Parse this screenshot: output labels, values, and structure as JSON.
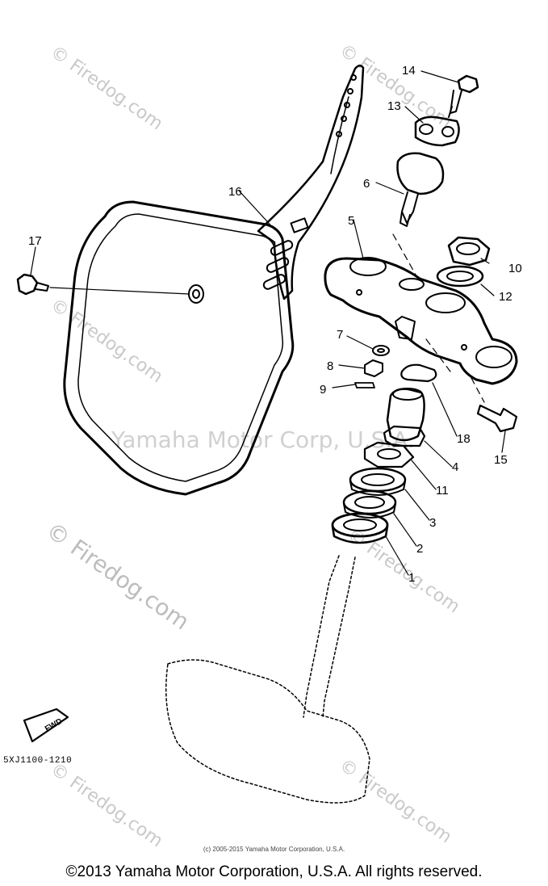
{
  "callouts": [
    {
      "n": "1"
    },
    {
      "n": "2"
    },
    {
      "n": "3"
    },
    {
      "n": "4"
    },
    {
      "n": "5"
    },
    {
      "n": "6"
    },
    {
      "n": "7"
    },
    {
      "n": "8"
    },
    {
      "n": "9"
    },
    {
      "n": "10"
    },
    {
      "n": "11"
    },
    {
      "n": "12"
    },
    {
      "n": "13"
    },
    {
      "n": "14"
    },
    {
      "n": "15"
    },
    {
      "n": "16"
    },
    {
      "n": "17"
    },
    {
      "n": "18"
    }
  ],
  "watermarks": {
    "site": "© Firedog.com",
    "center": "Yamaha Motor Corp, U.S.A."
  },
  "fwd_label": "FWD",
  "diagram_code": "5XJ1100-1210",
  "small_copyright": "(c) 2005-2015 Yamaha Motor Corporation, U.S.A.",
  "footer": "©2013 Yamaha Motor Corporation, U.S.A. All rights reserved."
}
